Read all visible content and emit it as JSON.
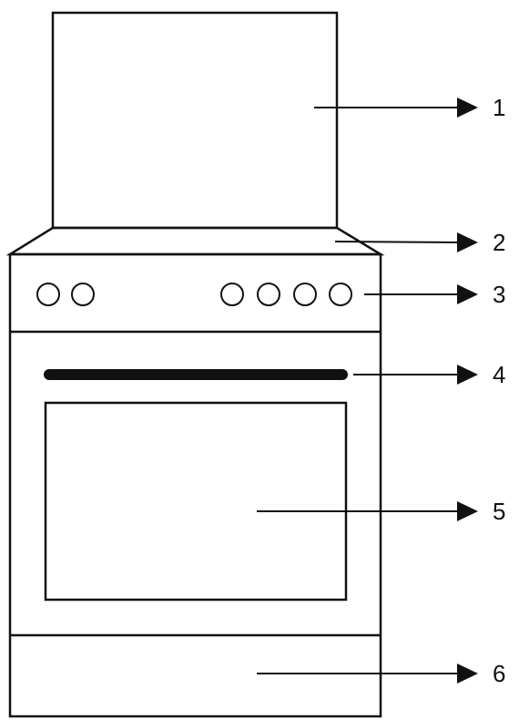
{
  "callouts": [
    {
      "number": "1",
      "part": "lid"
    },
    {
      "number": "2",
      "part": "cooktop"
    },
    {
      "number": "3",
      "part": "control-panel"
    },
    {
      "number": "4",
      "part": "door-handle"
    },
    {
      "number": "5",
      "part": "oven-door-window"
    },
    {
      "number": "6",
      "part": "storage-drawer"
    }
  ],
  "control_knobs": {
    "left_group": 2,
    "right_group": 4
  },
  "colors": {
    "line": "#111111",
    "background": "#ffffff"
  }
}
